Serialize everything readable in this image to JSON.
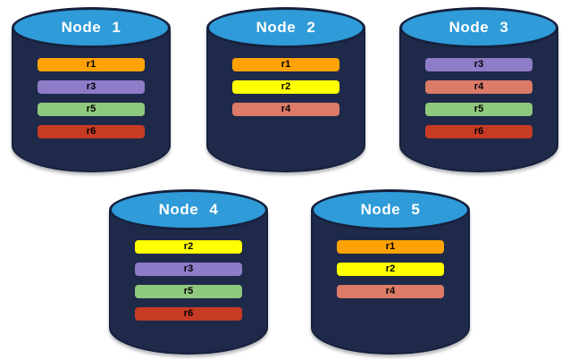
{
  "diagram": {
    "background_color": "#ffffff",
    "cylinder": {
      "body_color": "#1F2A4A",
      "outline_color": "#15213D",
      "top_ellipse_color": "#2F9BD8",
      "label_text_color": "#FFFFFF"
    },
    "replica_colors": {
      "r1": "#FFA203",
      "r2": "#FFFF00",
      "r3": "#8E7CC8",
      "r4": "#DB7B68",
      "r5": "#8FC97E",
      "r6": "#C53B24"
    },
    "bar_text_color": "#000000"
  },
  "nodes": [
    {
      "label": "Node 1",
      "replicas": [
        "r1",
        "r3",
        "r5",
        "r6"
      ]
    },
    {
      "label": "Node 2",
      "replicas": [
        "r1",
        "r2",
        "r4"
      ]
    },
    {
      "label": "Node 3",
      "replicas": [
        "r3",
        "r4",
        "r5",
        "r6"
      ]
    },
    {
      "label": "Node 4",
      "replicas": [
        "r2",
        "r3",
        "r5",
        "r6"
      ]
    },
    {
      "label": "Node 5",
      "replicas": [
        "r1",
        "r2",
        "r4"
      ]
    }
  ]
}
